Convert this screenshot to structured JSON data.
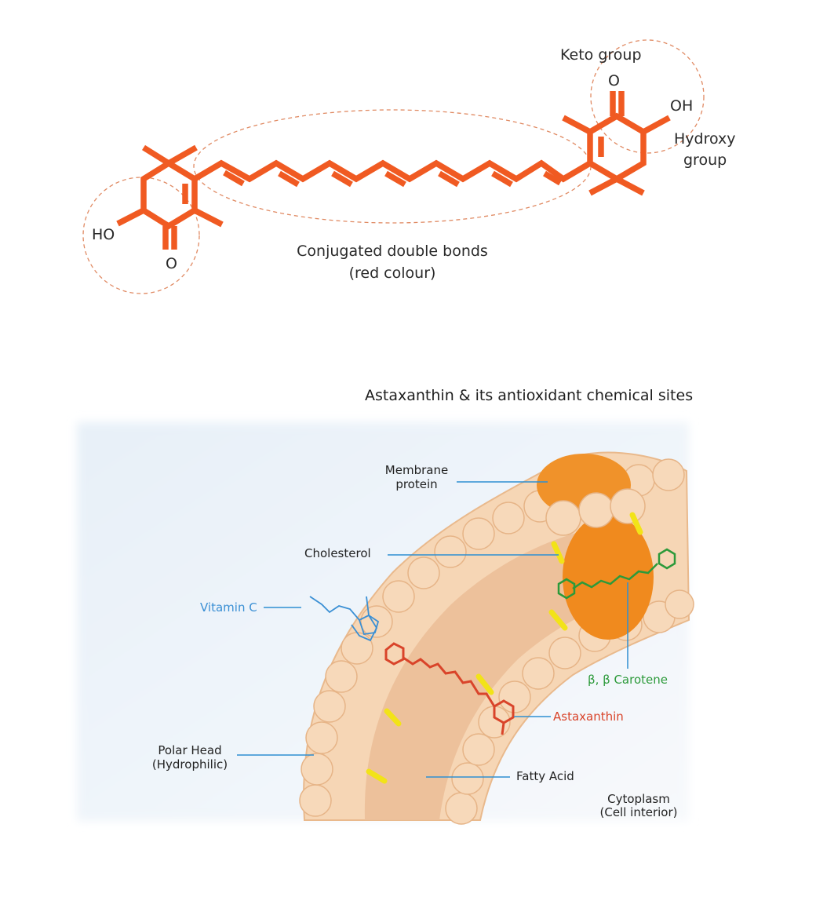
{
  "molecule": {
    "atoms": {
      "left_hydroxyl": "HO",
      "left_oxygen": "O",
      "right_oxygen": "O",
      "right_hydroxyl": "OH"
    },
    "annotations": {
      "keto": "Keto group",
      "hydroxy_line1": "Hydroxy",
      "hydroxy_line2": "group",
      "conjugated_line1": "Conjugated double bonds",
      "conjugated_line2": "(red colour)"
    },
    "bond_color": "#f05a22"
  },
  "figure_title": "Astaxanthin & its antioxidant chemical sites",
  "membrane": {
    "labels": {
      "membrane_protein_line1": "Membrane",
      "membrane_protein_line2": "protein",
      "cholesterol": "Cholesterol",
      "vitamin_c": "Vitamin C",
      "beta_carotene": "β, β Carotene",
      "astaxanthin": "Astaxanthin",
      "polar_head_line1": "Polar Head",
      "polar_head_line2": "(Hydrophilic)",
      "fatty_acid": "Fatty Acid",
      "cytoplasm_line1": "Cytoplasm",
      "cytoplasm_line2": "(Cell interior)"
    },
    "colors": {
      "leader_line": "#2f8fd1",
      "vitamin_c": "#3a8fd4",
      "beta_carotene": "#2c9a3a",
      "astaxanthin": "#d9442a",
      "protein": "#f08a1e",
      "membrane_head": "#f5d3b0",
      "membrane_tail": "#ebbd93",
      "cholesterol": "#f2e318"
    }
  }
}
